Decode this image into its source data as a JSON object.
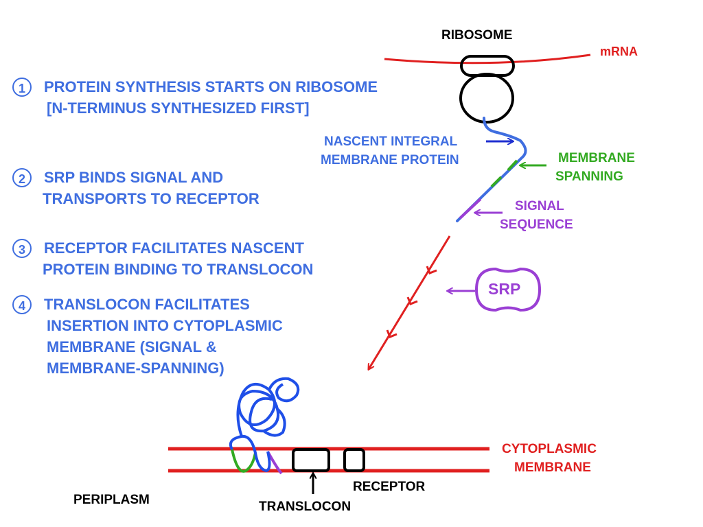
{
  "labels": {
    "ribosome": "RIBOSOME",
    "mrna": "mRNA",
    "nascent_line1": "NASCENT INTEGRAL",
    "nascent_line2": "MEMBRANE PROTEIN",
    "membrane_spanning_line1": "MEMBRANE",
    "membrane_spanning_line2": "SPANNING",
    "signal_line1": "SIGNAL",
    "signal_line2": "SEQUENCE",
    "srp": "SRP",
    "cytoplasmic_line1": "CYTOPLASMIC",
    "cytoplasmic_line2": "MEMBRANE",
    "receptor": "RECEPTOR",
    "translocon": "TRANSLOCON",
    "periplasm": "PERIPLASM"
  },
  "steps": [
    {
      "number": "1",
      "lines": [
        "PROTEIN SYNTHESIS STARTS ON RIBOSOME",
        "[N-TERMINUS SYNTHESIZED FIRST]"
      ]
    },
    {
      "number": "2",
      "lines": [
        "SRP BINDS SIGNAL AND",
        "TRANSPORTS TO RECEPTOR"
      ]
    },
    {
      "number": "3",
      "lines": [
        "RECEPTOR FACILITATES NASCENT",
        "PROTEIN BINDING TO TRANSLOCON"
      ]
    },
    {
      "number": "4",
      "lines": [
        "TRANSLOCON FACILITATES",
        "INSERTION INTO CYTOPLASMIC",
        "MEMBRANE (SIGNAL &",
        "MEMBRANE-SPANNING)"
      ]
    }
  ],
  "colors": {
    "blue": "#3f6ee0",
    "red": "#e02020",
    "green": "#33aa22",
    "purple": "#9a3fd4",
    "black": "#000000"
  }
}
